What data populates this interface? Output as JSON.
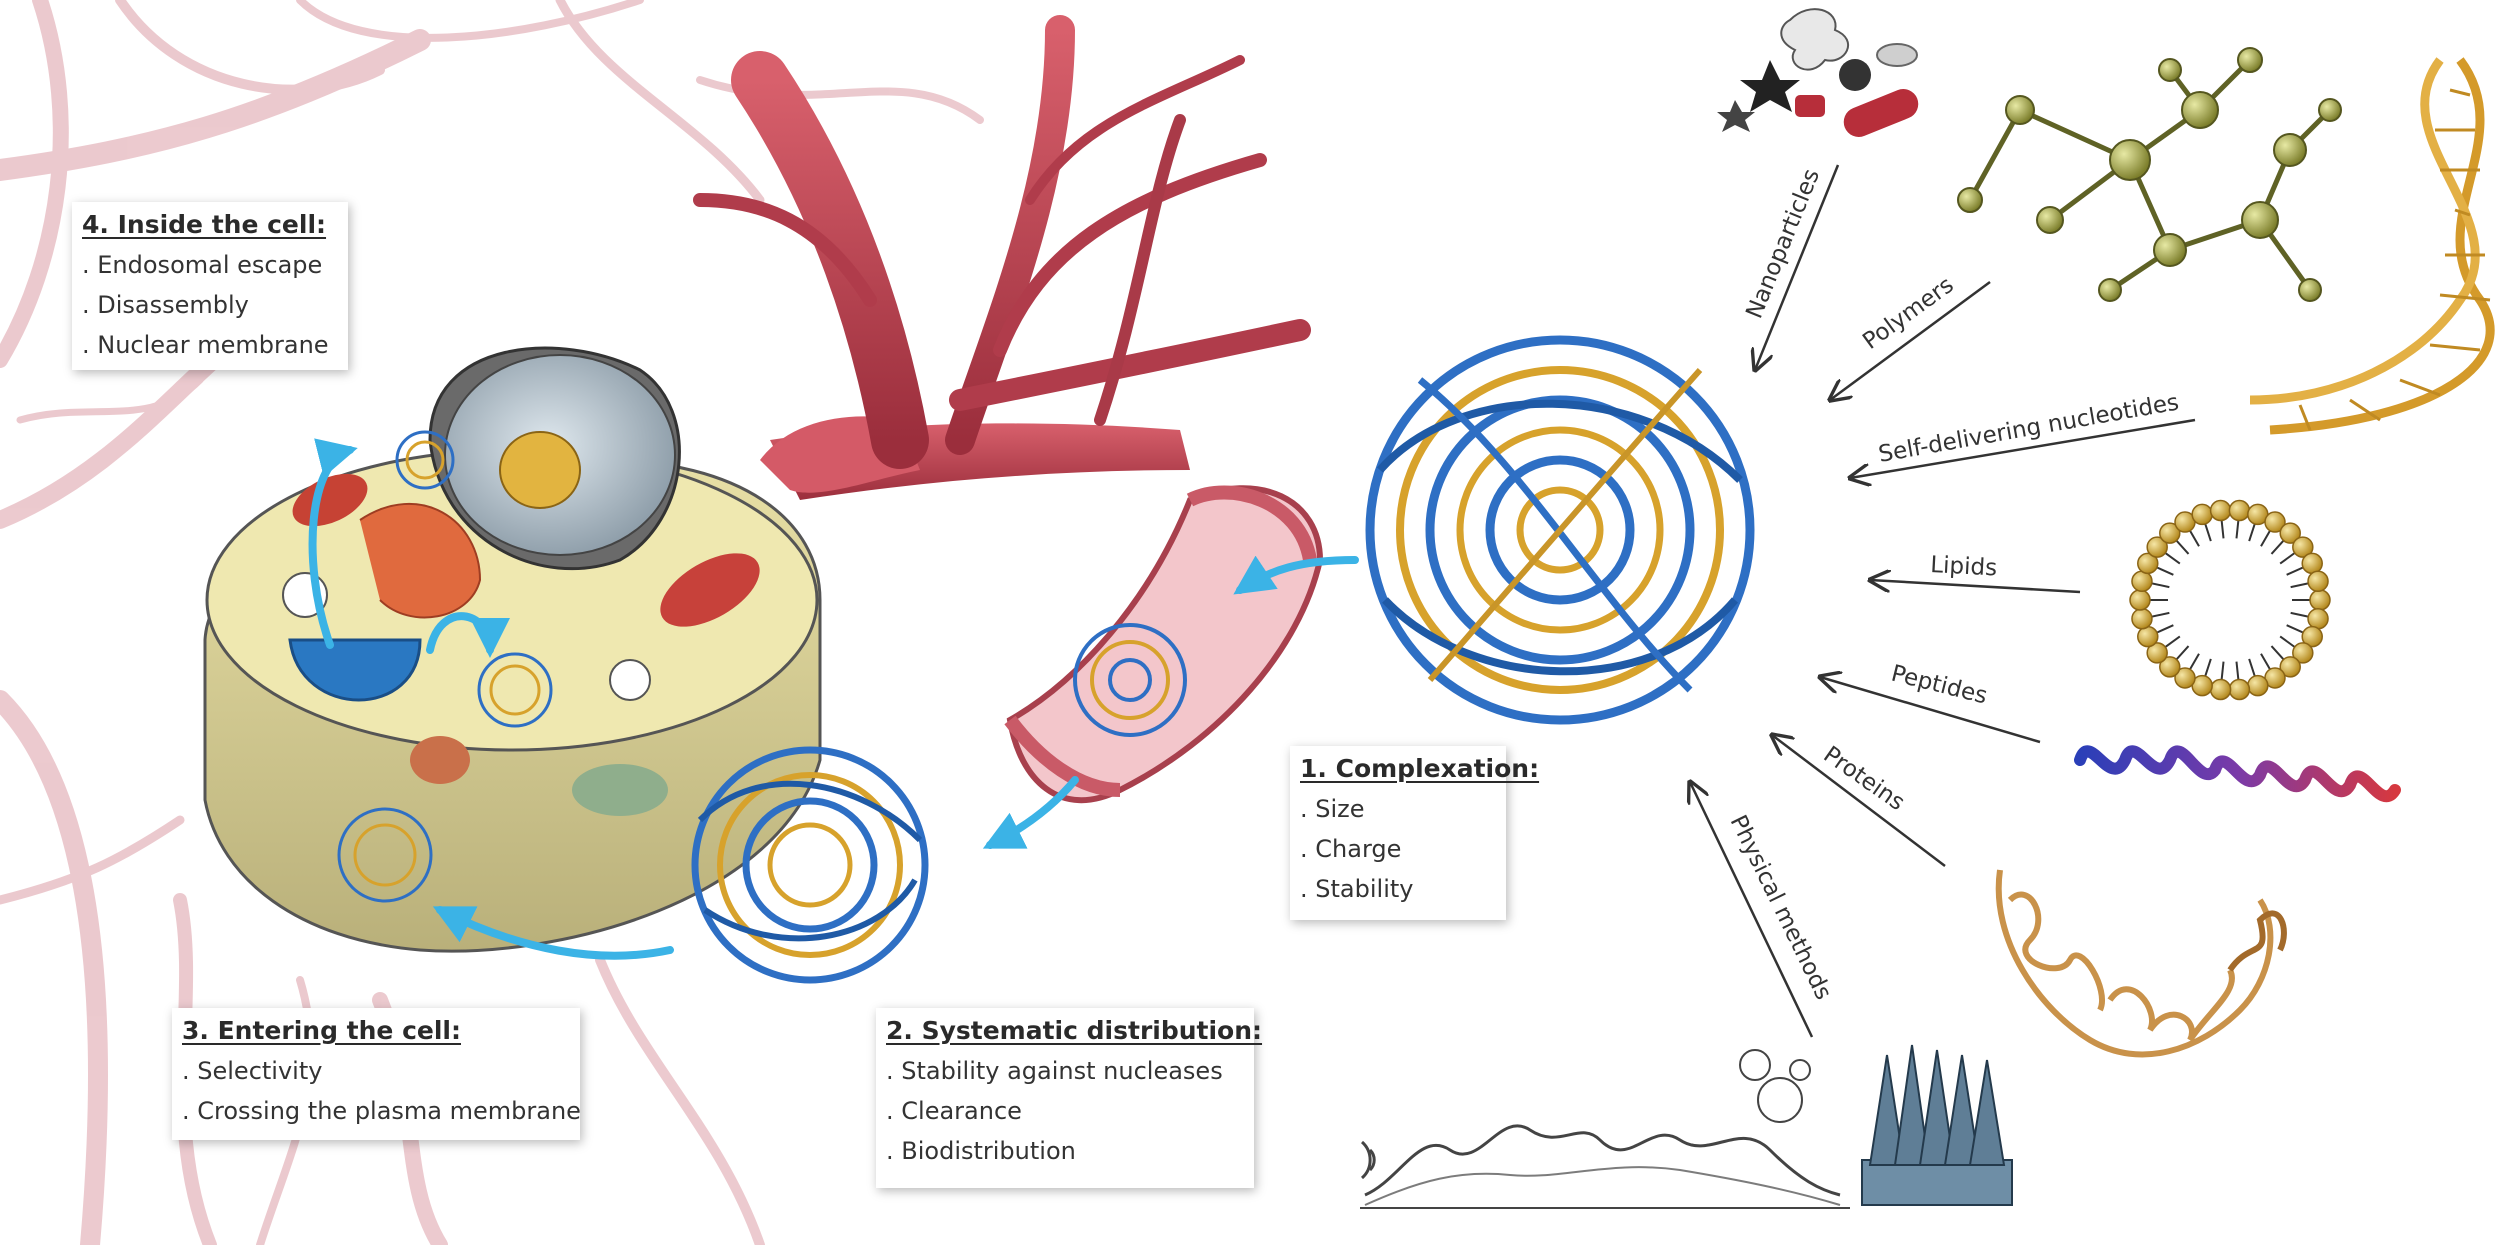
{
  "stages": [
    {
      "heading": "1. Complexation:",
      "items": [
        "Size",
        "Charge",
        "Stability"
      ]
    },
    {
      "heading": "2. Systematic distribution:",
      "items": [
        "Stability against nucleases",
        "Clearance",
        "Biodistribution"
      ]
    },
    {
      "heading": "3. Entering the cell:",
      "items": [
        "Selectivity",
        "Crossing the plasma membrane"
      ]
    },
    {
      "heading": "4. Inside the cell:",
      "items": [
        "Endosomal escape",
        "Disassembly",
        "Nuclear membrane"
      ]
    }
  ],
  "carriers": [
    "Nanoparticles",
    "Polymers",
    "Self-delivering nucleotides",
    "Lipids",
    "Peptides",
    "Proteins",
    "Physical methods"
  ],
  "colors": {
    "vessel": "#c24454",
    "vessel_light": "#e3a0a8",
    "dna_blue": "#2e6fc4",
    "dna_gold": "#d7a22c",
    "cell_body": "#eee6a8",
    "arrow_cyan": "#3bb3e6",
    "label_ink": "#333333"
  },
  "icons": [
    "nanoparticle-icon",
    "polymer-icon",
    "dna-helix-icon",
    "lipid-bilayer-icon",
    "peptide-helix-icon",
    "protein-coil-icon",
    "ultrasound-wave-icon",
    "microneedle-icon"
  ]
}
